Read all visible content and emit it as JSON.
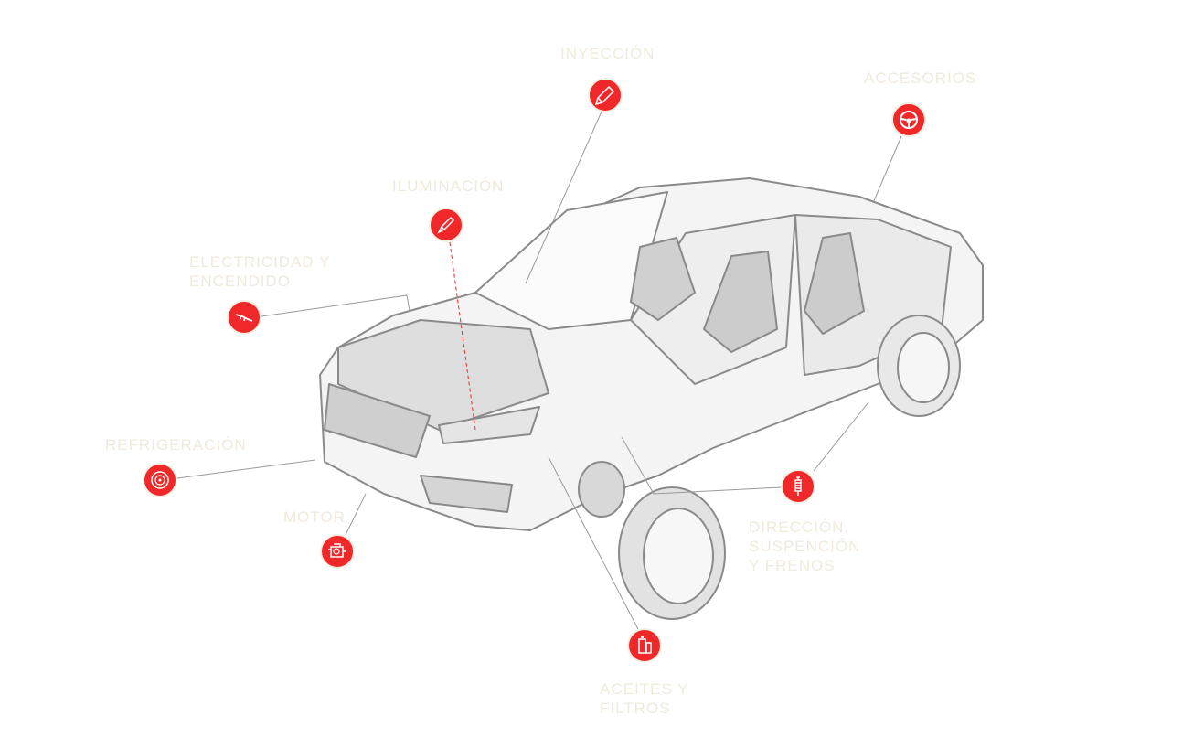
{
  "colors": {
    "accent": "#f0282a",
    "label": "#efeadb",
    "line": "#9a9a9a"
  },
  "categories": [
    {
      "id": "inyeccion",
      "label": "INYECCIÓN",
      "icon": "injector-icon"
    },
    {
      "id": "accesorios",
      "label": "ACCESORIOS",
      "icon": "steering-wheel-icon"
    },
    {
      "id": "iluminacion",
      "label": "ILUMINACIÓN",
      "icon": "headlight-bulb-icon"
    },
    {
      "id": "electricidad",
      "label": "ELECTRICIDAD Y\nENCENDIDO",
      "icon": "spark-plug-icon"
    },
    {
      "id": "refrigeracion",
      "label": "REFRIGERACIÓN",
      "icon": "fan-icon"
    },
    {
      "id": "motor",
      "label": "MOTOR",
      "icon": "engine-icon"
    },
    {
      "id": "aceites",
      "label": "ACEITES Y\nFILTROS",
      "icon": "oil-filter-icon"
    },
    {
      "id": "direccion",
      "label": "DIRECCIÓN,\nSUSPENCIÓN\nY FRENOS",
      "icon": "shock-absorber-icon"
    }
  ]
}
